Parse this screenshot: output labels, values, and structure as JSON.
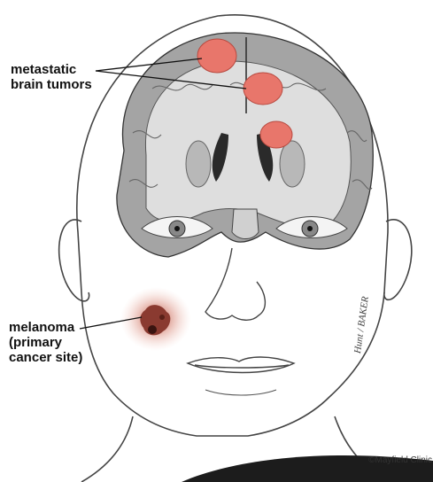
{
  "labels": {
    "tumors": "metastatic\nbrain tumors",
    "melanoma": "melanoma\n(primary\ncancer site)"
  },
  "credit": "©Mayfield Clinic",
  "signature": "Hunt / BAKER",
  "colors": {
    "tumor": "#e8766b",
    "melanoma": "#8a3a30",
    "brain_gray": "#9a9a9a",
    "brain_white": "#dcdcdc",
    "outline": "#444444"
  }
}
